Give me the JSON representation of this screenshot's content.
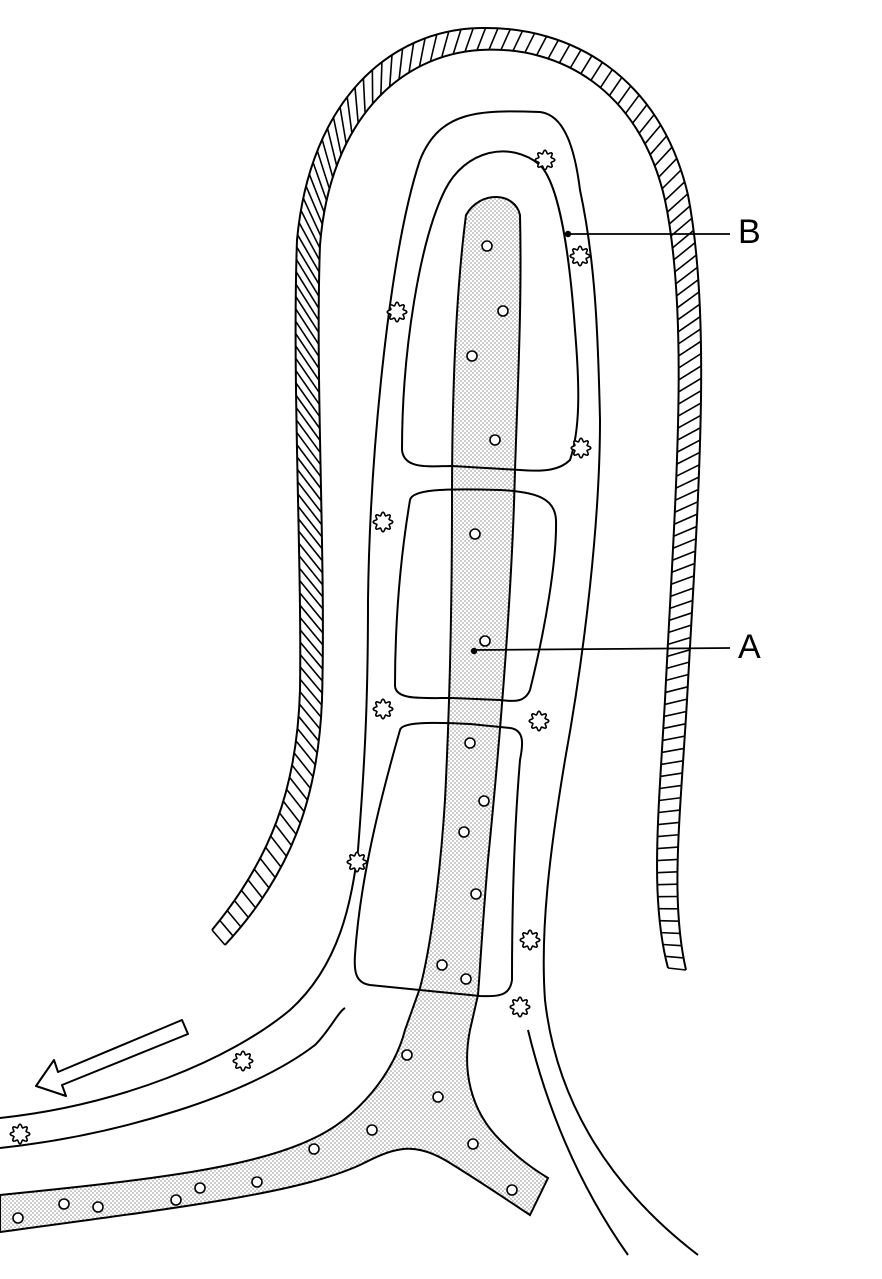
{
  "labels": {
    "a": "A",
    "b": "B"
  },
  "colors": {
    "ink": "#000000",
    "paper": "#ffffff",
    "stipple": "#bdbdbd"
  },
  "icons": {
    "flow_arrow": "hollow-arrow-left",
    "blob": "wavy-circle",
    "dot": "small-circle"
  }
}
